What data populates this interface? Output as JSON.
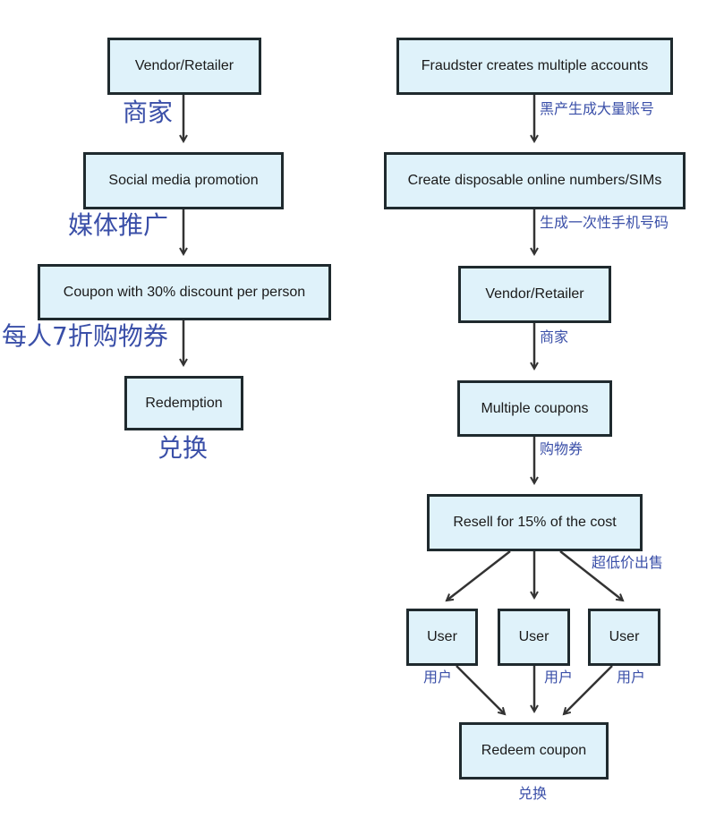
{
  "left_flow": {
    "nodes": [
      "Vendor/Retailer",
      "Social media promotion",
      "Coupon with 30% discount per person",
      "Redemption"
    ],
    "labels": [
      "商家",
      "媒体推广",
      "每人7折购物券",
      "兑换"
    ]
  },
  "right_flow": {
    "nodes": [
      "Fraudster creates multiple accounts",
      "Create disposable online numbers/SIMs",
      "Vendor/Retailer",
      "Multiple coupons",
      "Resell for 15% of the cost"
    ],
    "labels": [
      "黑产生成大量账号",
      "生成一次性手机号码",
      "商家",
      "购物券",
      "超低价出售"
    ],
    "users": [
      "User",
      "User",
      "User"
    ],
    "user_labels": [
      "用户",
      "用户",
      "用户"
    ],
    "final_node": "Redeem coupon",
    "final_label": "兑换"
  },
  "colors": {
    "box_fill": "#dff2fa",
    "box_border": "#1f2a2e",
    "label_text": "#3a4fa8",
    "arrow": "#333333"
  }
}
